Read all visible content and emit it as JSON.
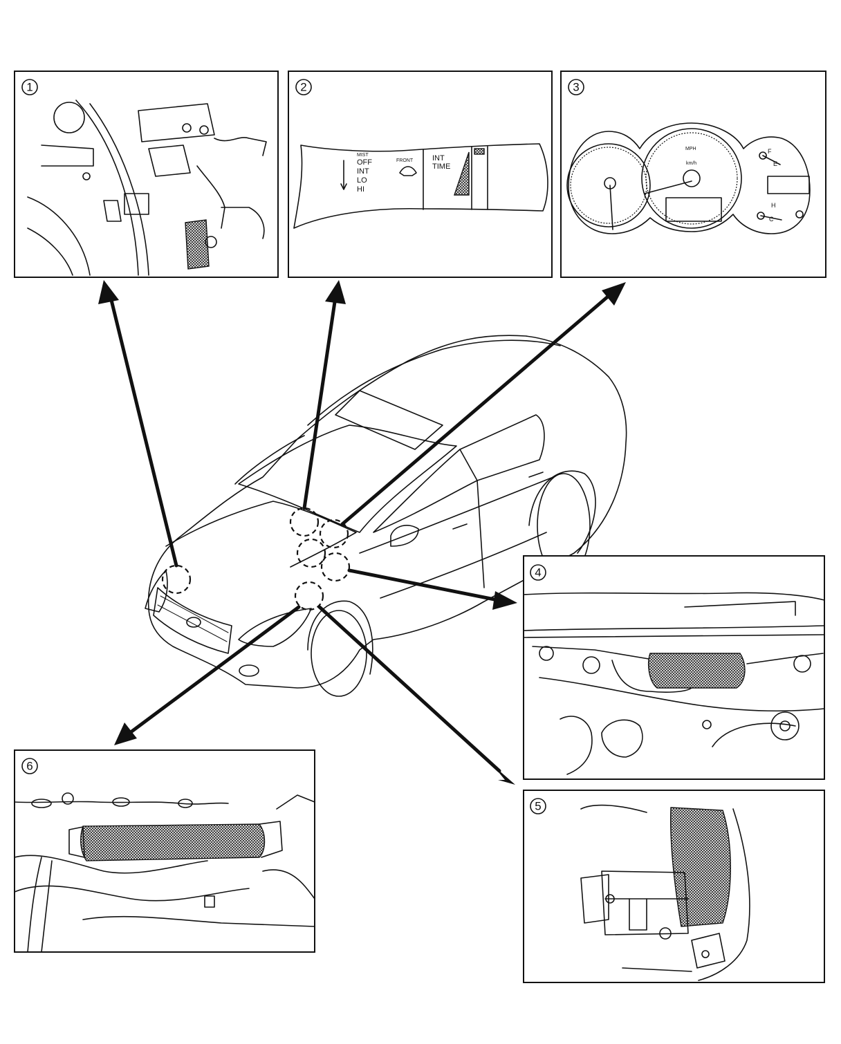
{
  "panels": [
    {
      "number": "1"
    },
    {
      "number": "2"
    },
    {
      "number": "3"
    },
    {
      "number": "4"
    },
    {
      "number": "5"
    },
    {
      "number": "6"
    }
  ],
  "wiper_switch": {
    "left_labels": [
      "MIST",
      "OFF",
      "INT",
      "LO",
      "HI"
    ],
    "washer_label": "FRONT",
    "right_labels": [
      "INT",
      "TIME"
    ]
  },
  "gauge_labels": {
    "fuel_full": "F",
    "fuel_empty": "E",
    "temp_hot": "H",
    "temp_cold": "C",
    "speed_unit": "MPH",
    "speed_sub": "km/h"
  }
}
